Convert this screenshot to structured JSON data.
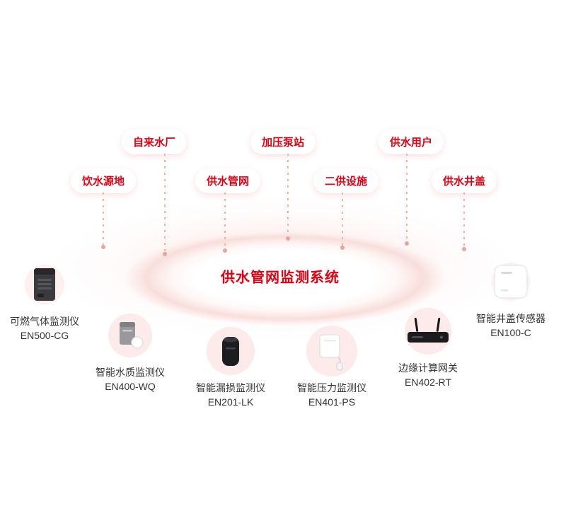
{
  "title": "供水管网监测系统",
  "colors": {
    "accent": "#e60012",
    "soft_pink": "#fcebea",
    "dot_line": "#efb0aa"
  },
  "categories": [
    {
      "label": "饮水源地"
    },
    {
      "label": "自来水厂"
    },
    {
      "label": "供水管网"
    },
    {
      "label": "加压泵站"
    },
    {
      "label": "二供设施"
    },
    {
      "label": "供水用户"
    },
    {
      "label": "供水井盖"
    }
  ],
  "devices": [
    {
      "name": "可燃气体监测仪",
      "model": "EN500-CG",
      "icon": "gas-detector-icon"
    },
    {
      "name": "智能水质监测仪",
      "model": "EN400-WQ",
      "icon": "water-quality-monitor-icon"
    },
    {
      "name": "智能漏损监测仪",
      "model": "EN201-LK",
      "icon": "leak-monitor-icon"
    },
    {
      "name": "智能压力监测仪",
      "model": "EN401-PS",
      "icon": "pressure-monitor-icon"
    },
    {
      "name": "边缘计算网关",
      "model": "EN402-RT",
      "icon": "edge-gateway-icon"
    },
    {
      "name": "智能井盖传感器",
      "model": "EN100-C",
      "icon": "manhole-sensor-icon"
    }
  ]
}
